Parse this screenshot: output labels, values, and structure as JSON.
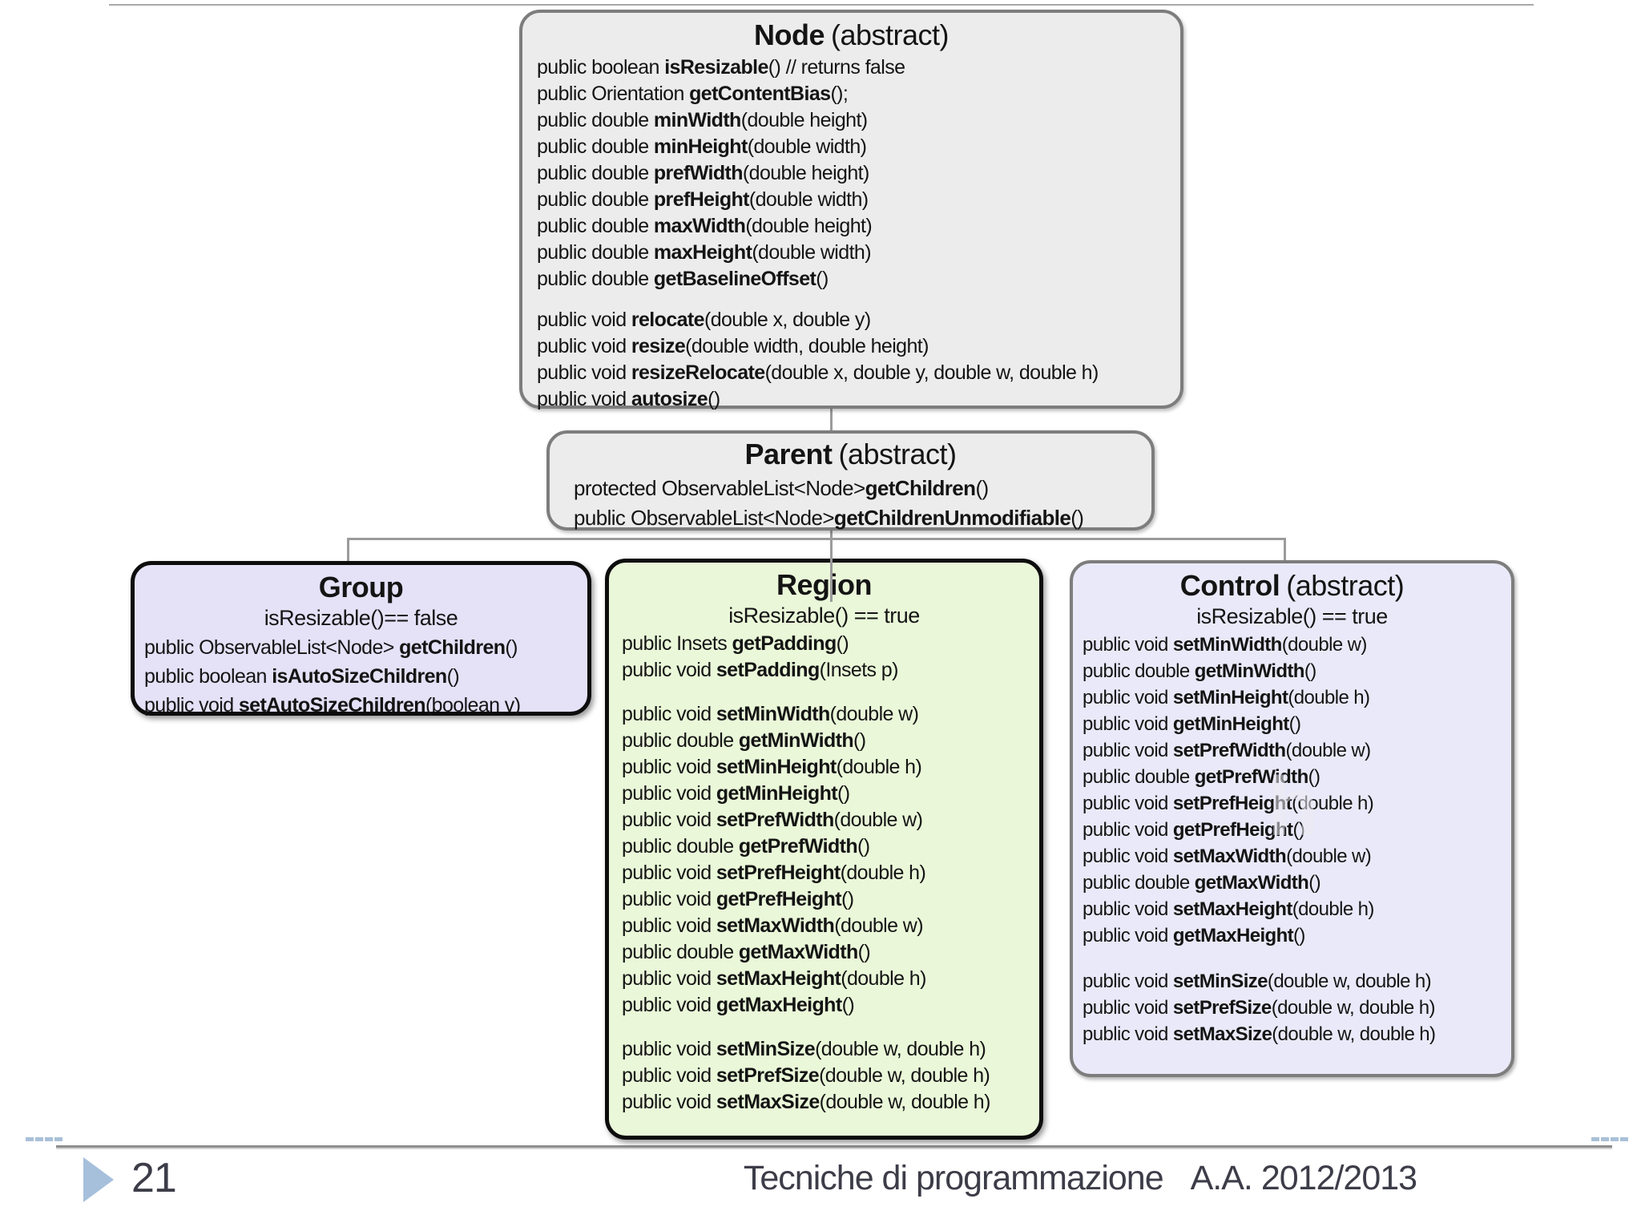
{
  "slide": {
    "classes": [
      {
        "id": "node",
        "name": "Node",
        "stereotype": "(abstract)",
        "subtitle": "",
        "lines": [
          "public boolean **isResizable**() // returns false",
          "public Orientation **getContentBias**();",
          "public double **minWidth**(double height)",
          "public double **minHeight**(double width)",
          "public double **prefWidth**(double height)",
          "public double **prefHeight**(double width)",
          "public double **maxWidth**(double height)",
          "public double **maxHeight**(double width)",
          "public double **getBaselineOffset**()",
          "",
          "public void **relocate**(double x, double y)",
          "public void **resize**(double width, double height)",
          "public void **resizeRelocate**(double x, double y, double w, double h)",
          "public void **autosize**()"
        ]
      },
      {
        "id": "parent",
        "name": "Parent",
        "stereotype": "(abstract)",
        "subtitle": "",
        "lines": [
          "protected ObservableList<Node>**getChildren**()",
          "public ObservableList<Node>**getChildrenUnmodifiable**()"
        ]
      },
      {
        "id": "group",
        "name": "Group",
        "stereotype": "",
        "subtitle": "isResizable()== false",
        "lines": [
          "public ObservableList<Node> **getChildren**()",
          "public boolean **isAutoSizeChildren**()",
          "public void **setAutoSizeChildren**(boolean v)"
        ]
      },
      {
        "id": "region",
        "name": "Region",
        "stereotype": "",
        "subtitle": "isResizable() == true",
        "lines": [
          "public Insets **getPadding**()",
          "public void **setPadding**(Insets p)",
          "",
          "public void **setMinWidth**(double w)",
          "public double **getMinWidth**()",
          "public void **setMinHeight**(double h)",
          "public void **getMinHeight**()",
          "public void **setPrefWidth**(double w)",
          "public double **getPrefWidth**()",
          "public void **setPrefHeight**(double h)",
          "public void **getPrefHeight**()",
          "public void **setMaxWidth**(double w)",
          "public double **getMaxWidth**()",
          "public void **setMaxHeight**(double h)",
          "public void **getMaxHeight**()",
          "",
          "public void **setMinSize**(double w, double h)",
          "public void **setPrefSize**(double w, double h)",
          "public void **setMaxSize**(double w, double h)"
        ]
      },
      {
        "id": "control",
        "name": "Control",
        "stereotype": "(abstract)",
        "subtitle": "isResizable() == true",
        "lines": [
          "public void **setMinWidth**(double w)",
          "public double **getMinWidth**()",
          "public void **setMinHeight**(double h)",
          "public void **getMinHeight**()",
          "public void **setPrefWidth**(double w)",
          "public double **getPrefWidth**()",
          "public void **setPrefHeight**(double h)",
          "public void **getPrefHeight**()",
          "public void **setMaxWidth**(double w)",
          "public double **getMaxWidth**()",
          "public void **setMaxHeight**(double h)",
          "public void **getMaxHeight**()",
          "",
          "public void **setMinSize**(double w, double h)",
          "public void **setPrefSize**(double w, double h)",
          "public void **setMaxSize**(double w, double h)"
        ]
      }
    ],
    "ghost_artifact": "h",
    "footer": {
      "page_number": "21",
      "course_title": "Tecniche di programmazione",
      "academic_year": "A.A. 2012/2013"
    },
    "colors": {
      "gray_box_fill": "#ececec",
      "gray_box_border": "#7d7d7d",
      "group_fill": "#e5e1f7",
      "region_fill": "#eaf8d9",
      "control_fill": "#eae9f9",
      "black_border": "#0d0d0d",
      "connector": "#9b9b9b",
      "footer_text": "#3d3d49",
      "marker_blue": "#a6c0dc"
    }
  }
}
